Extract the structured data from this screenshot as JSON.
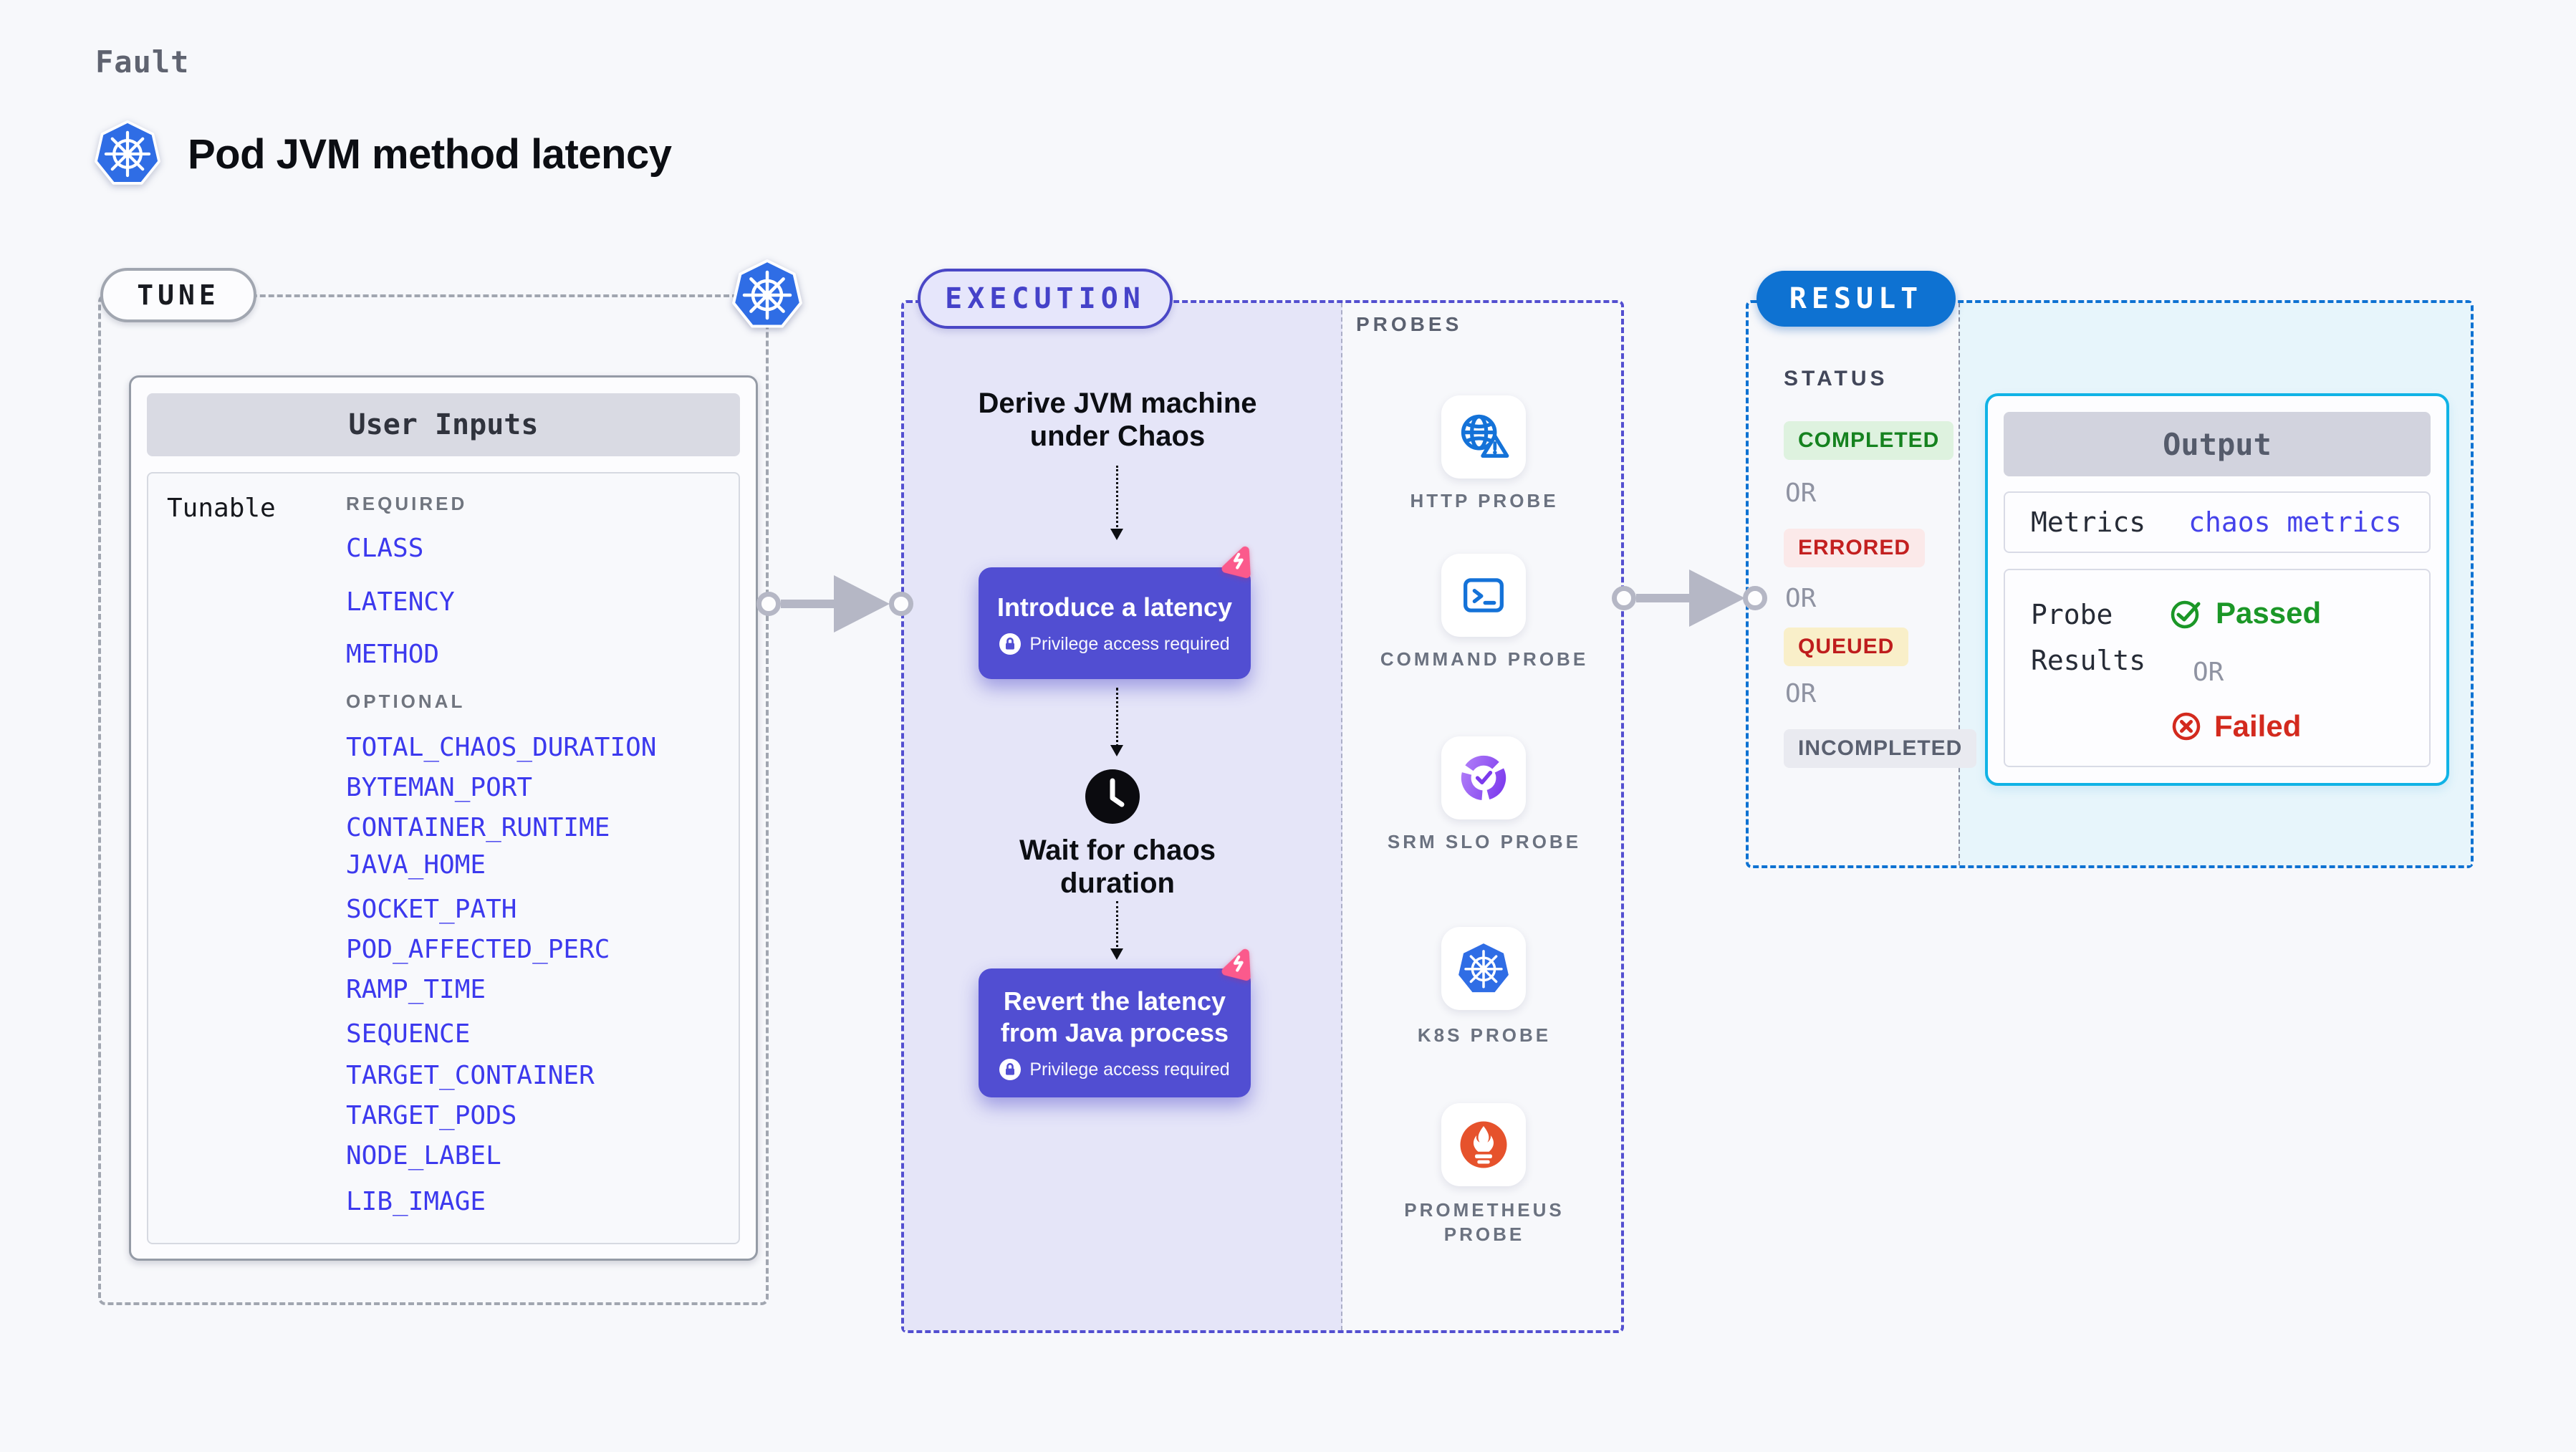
{
  "page": {
    "kicker": "Fault",
    "title": "Pod JVM method latency"
  },
  "colors": {
    "accent_indigo": "#4542c9",
    "accent_blue": "#0e72d2",
    "accent_cyan": "#10b3e6",
    "action_purple": "#514ed2",
    "chaos_pink": "#fb5a8c",
    "k8s_blue": "#2f6de5",
    "probe_blue": "#1472d8",
    "srm_purple": "#8b5cf6",
    "prometheus_orange": "#e6522c",
    "passed_green": "#1b9727",
    "failed_red": "#d32a1e"
  },
  "tune": {
    "label": "TUNE",
    "card_title": "User Inputs",
    "row_label": "Tunable",
    "required_heading": "REQUIRED",
    "required_items": [
      "CLASS",
      "LATENCY",
      "METHOD"
    ],
    "optional_heading": "OPTIONAL",
    "optional_items": [
      "TOTAL_CHAOS_DURATION",
      "BYTEMAN_PORT",
      "CONTAINER_RUNTIME",
      "JAVA_HOME",
      "SOCKET_PATH",
      "POD_AFFECTED_PERC",
      "RAMP_TIME",
      "SEQUENCE",
      "TARGET_CONTAINER",
      "TARGET_PODS",
      "NODE_LABEL",
      "LIB_IMAGE"
    ]
  },
  "execution": {
    "label": "EXECUTION",
    "step_derive": "Derive JVM machine under Chaos",
    "action1": "Introduce a latency",
    "privilege_note": "Privilege access required",
    "step_wait": "Wait for chaos duration",
    "action2": "Revert the latency from Java process"
  },
  "probes": {
    "heading": "PROBES",
    "items": [
      {
        "label": "HTTP PROBE",
        "icon": "globe-warning-icon"
      },
      {
        "label": "COMMAND PROBE",
        "icon": "terminal-icon"
      },
      {
        "label": "SRM SLO PROBE",
        "icon": "slo-gauge-icon"
      },
      {
        "label": "K8S PROBE",
        "icon": "kubernetes-icon"
      },
      {
        "label": "PROMETHEUS PROBE",
        "icon": "prometheus-icon"
      }
    ]
  },
  "result": {
    "label": "RESULT",
    "status_heading": "STATUS",
    "or": "OR",
    "statuses": [
      "COMPLETED",
      "ERRORED",
      "QUEUED",
      "INCOMPLETED"
    ],
    "output": {
      "title": "Output",
      "metrics_label": "Metrics",
      "metrics_value": "chaos metrics",
      "probe_label": "Probe Results",
      "passed": "Passed",
      "failed": "Failed"
    }
  }
}
